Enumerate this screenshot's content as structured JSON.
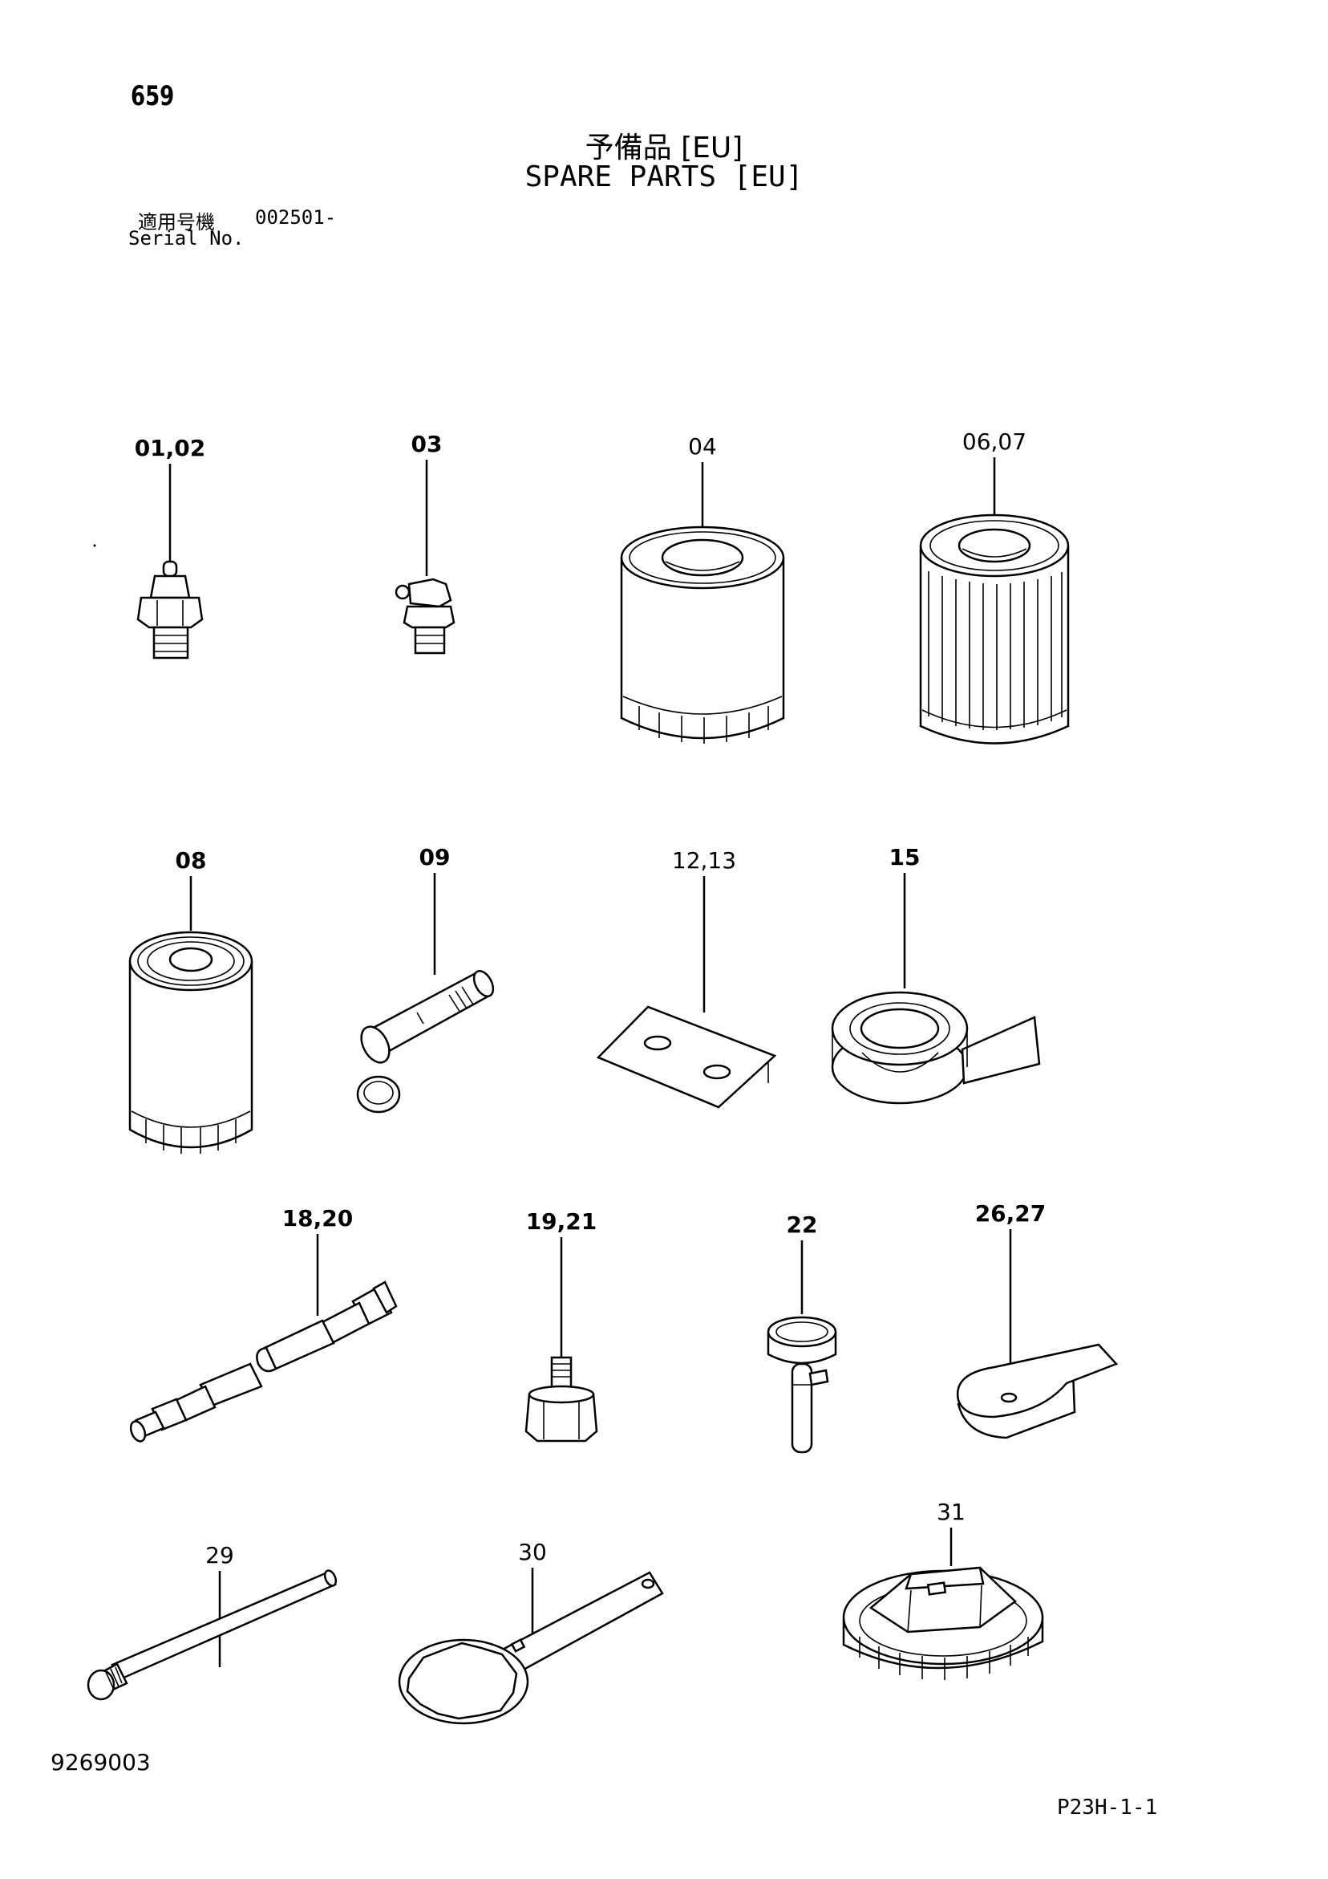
{
  "header": {
    "page_number": "659",
    "title_jp": "予備品 [EU]",
    "title_en": "SPARE PARTS [EU]",
    "serial_label_jp": "適用号機",
    "serial_value": "002501-",
    "serial_label_en": "Serial No."
  },
  "parts": [
    {
      "id": "p1",
      "label": "01,02"
    },
    {
      "id": "p2",
      "label": "03"
    },
    {
      "id": "p3",
      "label": "04"
    },
    {
      "id": "p4",
      "label": "06,07"
    },
    {
      "id": "p5",
      "label": "08"
    },
    {
      "id": "p6",
      "label": "09"
    },
    {
      "id": "p7",
      "label": "12,13"
    },
    {
      "id": "p8",
      "label": "15"
    },
    {
      "id": "p9",
      "label": "18,20"
    },
    {
      "id": "p10",
      "label": "19,21"
    },
    {
      "id": "p11",
      "label": "22"
    },
    {
      "id": "p12",
      "label": "26,27"
    },
    {
      "id": "p13",
      "label": "29"
    },
    {
      "id": "p14",
      "label": "30"
    },
    {
      "id": "p15",
      "label": "31"
    }
  ],
  "footer": {
    "drawing_number": "9269003",
    "page_code": "P23H-1-1"
  }
}
